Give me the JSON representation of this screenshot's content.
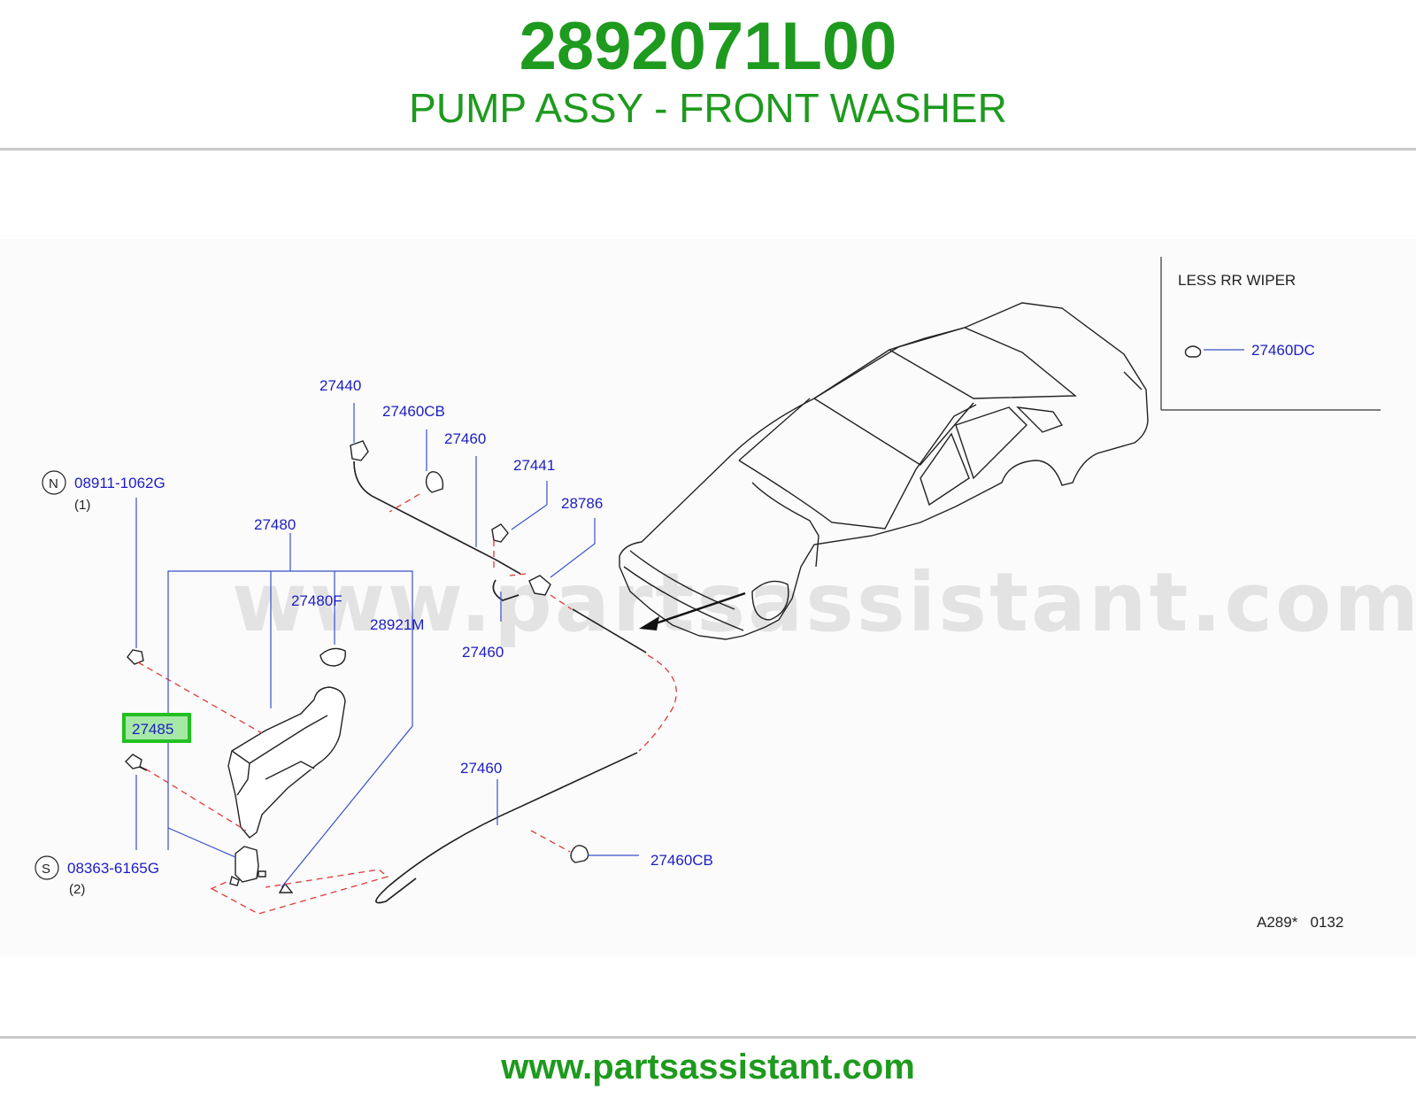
{
  "header": {
    "part_number": "2892071L00",
    "description": "PUMP ASSY - FRONT WASHER"
  },
  "watermark": "www.partsassistant.com",
  "inset": {
    "title": "LESS  RR  WIPER",
    "part": "27460DC"
  },
  "callouts": {
    "n_symbol": "N",
    "n_part": "08911-1062G",
    "n_qty": "(1)",
    "s_symbol": "S",
    "s_part": "08363-6165G",
    "s_qty": "(2)",
    "c27440": "27440",
    "c27460cb_top": "27460CB",
    "c27460_top": "27460",
    "c27441": "27441",
    "c28786": "28786",
    "c27480": "27480",
    "c27480f": "27480F",
    "c28921m": "28921M",
    "c27460_mid": "27460",
    "c27485": "27485",
    "c27460_low": "27460",
    "c27460cb_low": "27460CB"
  },
  "diagram_code": "A289*   0132",
  "colors": {
    "brand_green": "#1e9a1e",
    "label_blue": "#1c1cc4",
    "highlight_green": "#22c022",
    "dash_red": "#e03a3a"
  },
  "footer": {
    "url": "www.partsassistant.com"
  }
}
